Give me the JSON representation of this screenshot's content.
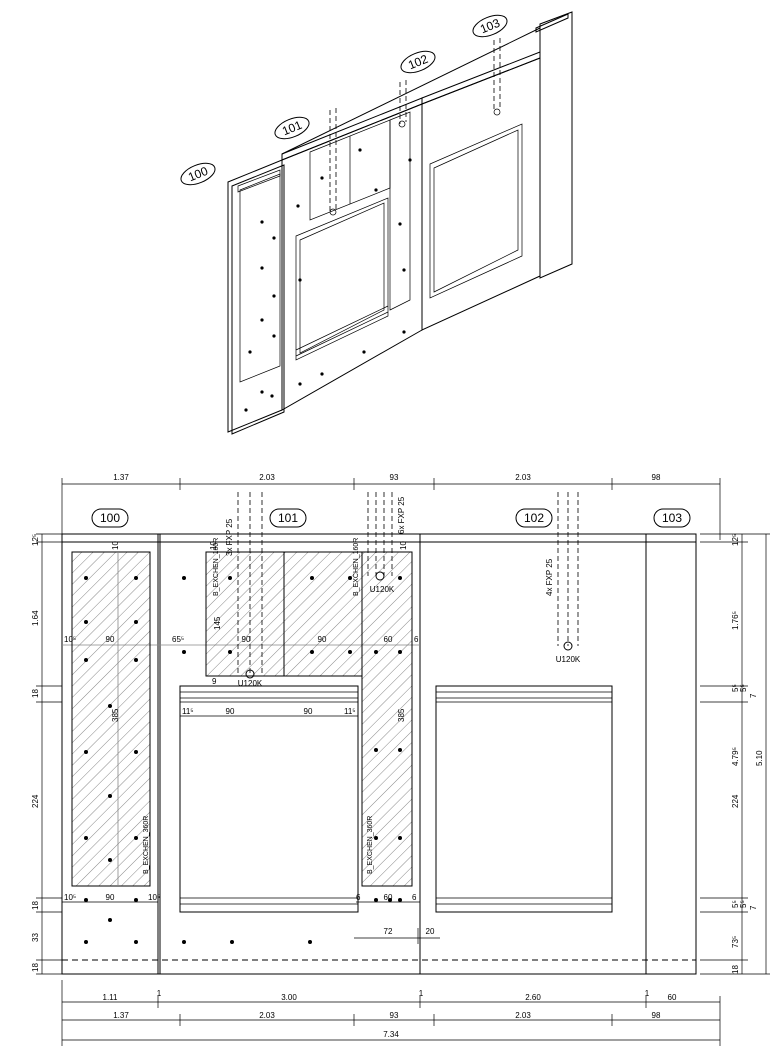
{
  "panels": {
    "p100": "100",
    "p101": "101",
    "p102": "102",
    "p103": "103"
  },
  "dims_top": [
    "1.37",
    "2.03",
    "93",
    "2.03",
    "98"
  ],
  "dims_bottom_row1": [
    "1.11",
    "1",
    "3.00",
    "1",
    "2.60",
    "1",
    "60"
  ],
  "dims_bottom_row2": [
    "1.37",
    "2.03",
    "93",
    "2.03",
    "98"
  ],
  "dims_total": "7.34",
  "dims_left": [
    "12⁵",
    "1.64",
    "18",
    "224",
    "18",
    "33",
    "18"
  ],
  "dims_right": [
    "12⁵",
    "1.76⁵",
    "5⁵",
    "5⁵",
    "7",
    "4.79⁵",
    "5.10",
    "224",
    "5⁵",
    "5⁵",
    "7",
    "73⁵",
    "18"
  ],
  "inner_dims": {
    "d10a": "10",
    "d10b": "10",
    "d10c": "10",
    "d10_5a": "10⁵",
    "d90a": "90",
    "d65_5": "65⁵",
    "d90b": "90",
    "d90c": "90",
    "d60a": "60",
    "d6a": "6",
    "d145": "145",
    "d9": "9",
    "d11_5a": "11⁵",
    "d90d": "90",
    "d90e": "90",
    "d11_5b": "11⁵",
    "d385a": "385",
    "d385b": "385",
    "d10_5b": "10⁵",
    "d90f": "90",
    "d10_5c": "10⁵",
    "d6b": "6",
    "d60b": "60",
    "d6c": "6",
    "d72": "72",
    "d20": "20"
  },
  "fasteners": {
    "f1": "3x FXP 25",
    "f2": "6x FXP 25",
    "f3": "4x FXP 25"
  },
  "hangers": {
    "h1": "U120K",
    "h2": "U120K",
    "h3": "U120K"
  },
  "board_tags": {
    "t1": "B_EXCHEN_160R",
    "t2": "B_EXCHEN_160R",
    "t3": "B_EXCHEN_360R",
    "t4": "B_EXCHEN_360R"
  }
}
